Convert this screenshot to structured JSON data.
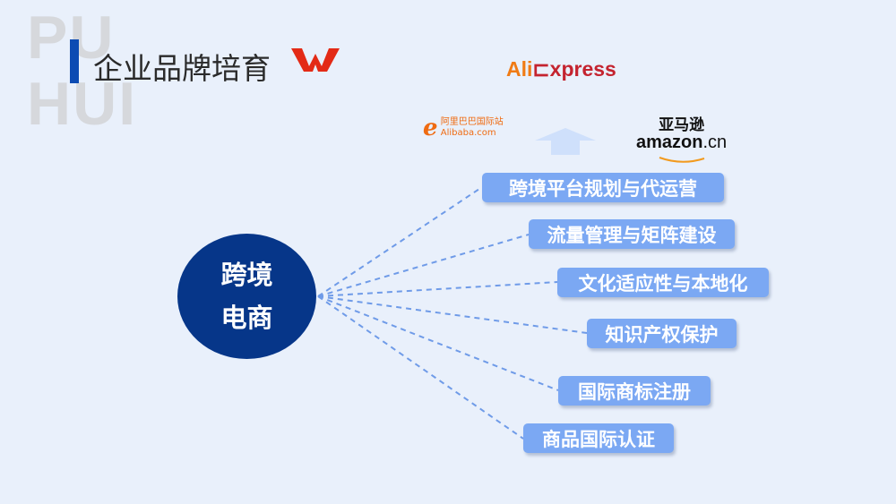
{
  "watermark": {
    "line1": "PU",
    "line2": "HUI"
  },
  "header": {
    "title": "企业品牌培育"
  },
  "center_node": {
    "line1": "跨境",
    "line2": "电商"
  },
  "branches": [
    "跨境平台规划与代运营",
    "流量管理与矩阵建设",
    "文化适应性与本地化",
    "知识产权保护",
    "国际商标注册",
    "商品国际认证"
  ],
  "logos": {
    "aliexpress": {
      "part1": "Ali",
      "part2": "xpress"
    },
    "alibaba": {
      "cn": "阿里巴巴国际站",
      "en": "Alibaba.com"
    },
    "amazon": {
      "cn": "亚马逊",
      "en": "amazon",
      "suffix": ".cn"
    }
  },
  "colors": {
    "accent": "#0c4bb3",
    "node": "#063689",
    "branch": "#7ba8f3",
    "background": "#e9f0fb"
  }
}
